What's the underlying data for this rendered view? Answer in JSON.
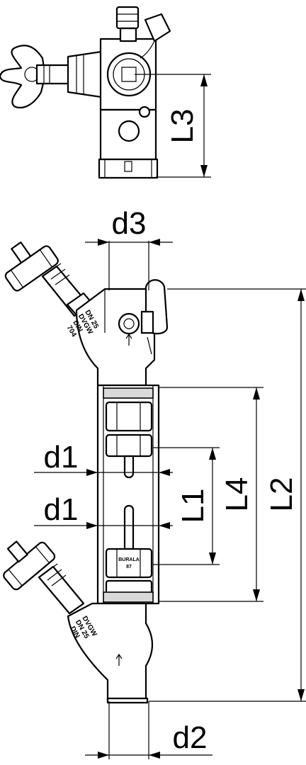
{
  "drawing": {
    "dimensions": {
      "L3": "L3",
      "d3": "d3",
      "d1_upper": "d1",
      "d1_lower": "d1",
      "L1": "L1",
      "L4": "L4",
      "L2": "L2",
      "d2": "d2"
    },
    "engravings": {
      "upper_valve": [
        "DN 25",
        "DVGW",
        "DIN",
        "704"
      ],
      "lower_valve": [
        "DVGW",
        "DN 25",
        "DIN"
      ],
      "union_label": "BURALA",
      "union_label_small": "87"
    }
  }
}
